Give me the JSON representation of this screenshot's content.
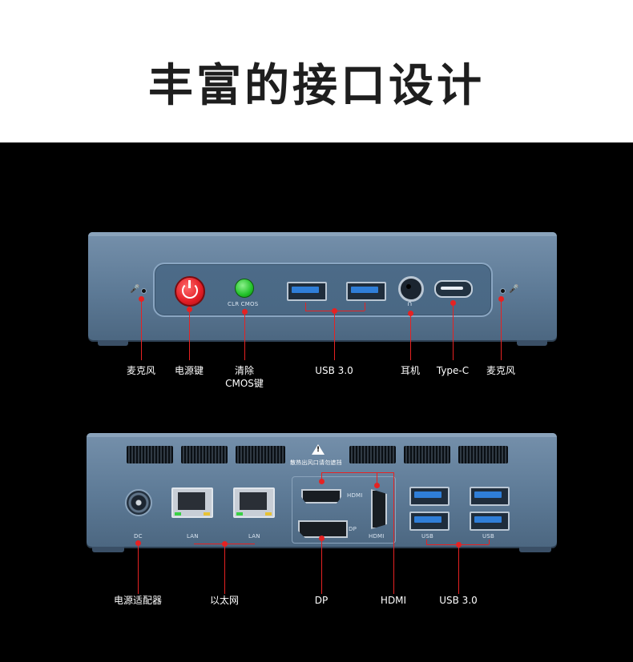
{
  "title": "丰富的接口设计",
  "front": {
    "port_text": {
      "clr_cmos": "CLR CMOS"
    },
    "labels": {
      "mic_left": "麦克风",
      "power": "电源键",
      "cmos_line1": "清除",
      "cmos_line2": "CMOS键",
      "usb": "USB 3.0",
      "earphone": "耳机",
      "typec": "Type-C",
      "mic_right": "麦克风"
    }
  },
  "back": {
    "port_text": {
      "warning": "散热出风口请勿遮挡",
      "dc": "DC",
      "lan1": "LAN",
      "lan2": "LAN",
      "hdmi1": "HDMI",
      "hdmi2": "HDMI",
      "dp": "DP",
      "usb1": "USB",
      "usb2": "USB"
    },
    "labels": {
      "power_adapter": "电源适配器",
      "ethernet": "以太网",
      "dp": "DP",
      "hdmi": "HDMI",
      "usb": "USB 3.0"
    }
  },
  "colors": {
    "accent_line": "#e62222",
    "chassis": "#5d7a96",
    "background": "#000000"
  }
}
